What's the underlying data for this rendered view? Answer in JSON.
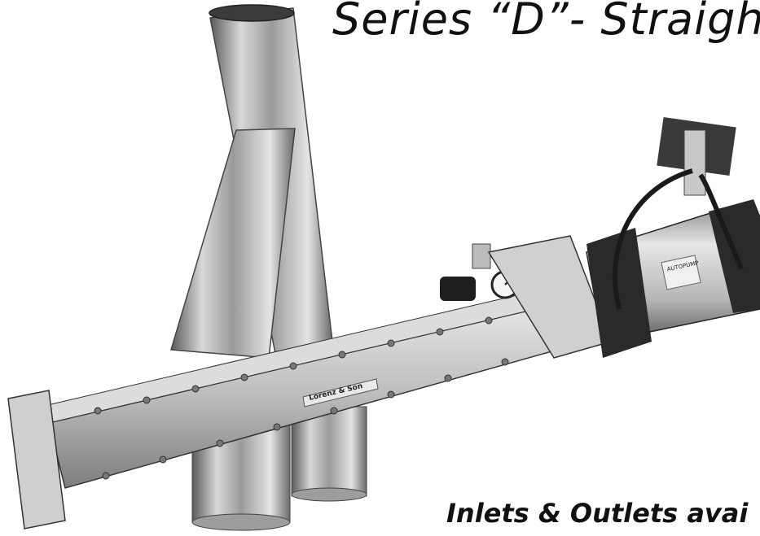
{
  "header": {
    "title": "Series “D”- Straigh"
  },
  "product": {
    "brand_plate_text": "Lorenz & Son",
    "cylinder_label": "AUTOPUMP"
  },
  "footer": {
    "caption": "Inlets & Outlets avai"
  }
}
